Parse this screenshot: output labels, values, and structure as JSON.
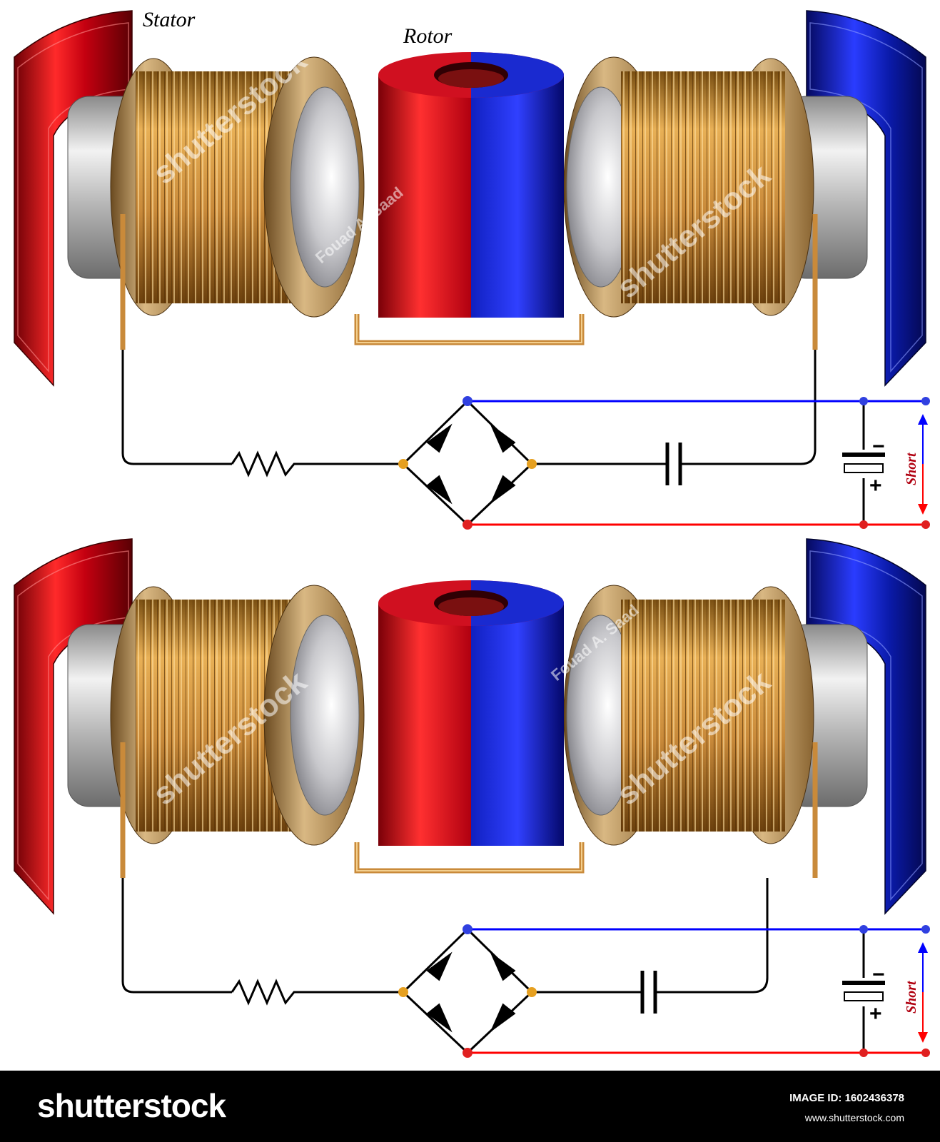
{
  "labels": {
    "stator": "Stator",
    "rotor": "Rotor",
    "short": "Short",
    "plus": "+",
    "minus": "−"
  },
  "watermarks": [
    "shutterstock",
    "Fouad A. Saad"
  ],
  "footer": {
    "brand": "shutterstock",
    "image_id": "IMAGE ID: 1602436378",
    "site": "www.shutterstock.com"
  },
  "colors": {
    "north_pole": "#c40010",
    "south_pole": "#0a1aa8",
    "copper": "#c98a3a",
    "positive_rail": "#ff0000",
    "negative_rail": "#0000ff"
  }
}
